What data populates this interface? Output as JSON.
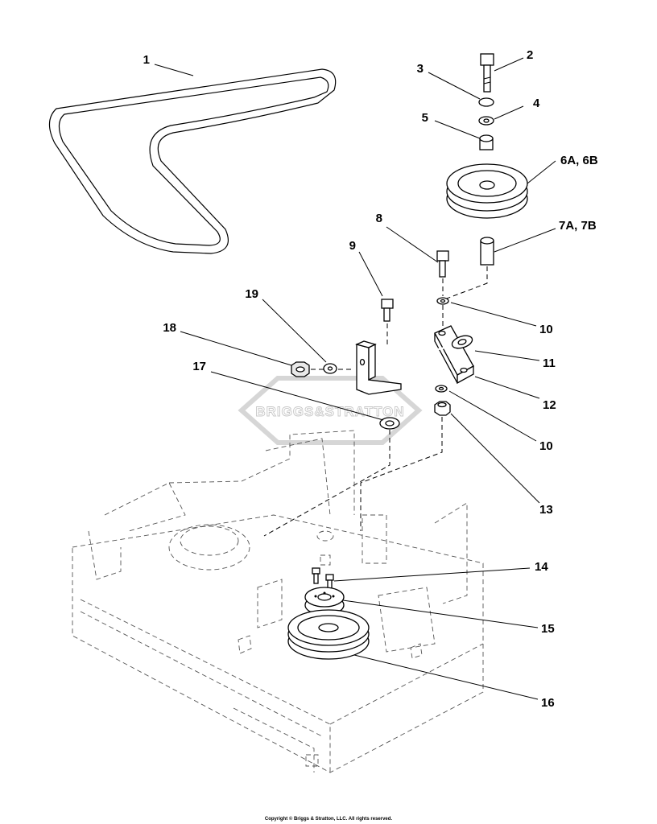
{
  "callouts": {
    "c1": "1",
    "c2": "2",
    "c3": "3",
    "c4": "4",
    "c5": "5",
    "c6": "6A, 6B",
    "c7": "7A, 7B",
    "c8": "8",
    "c9": "9",
    "c10a": "10",
    "c10b": "10",
    "c11": "11",
    "c12": "12",
    "c13": "13",
    "c14": "14",
    "c15": "15",
    "c16": "16",
    "c17": "17",
    "c18": "18",
    "c19": "19"
  },
  "watermark": "BRIGGS&STRATTON",
  "copyright": "Copyright © Briggs & Stratton, LLC. All rights reserved.",
  "colors": {
    "ink": "#000000",
    "ghost": "#555555",
    "watermark": "#c8c8c8"
  }
}
